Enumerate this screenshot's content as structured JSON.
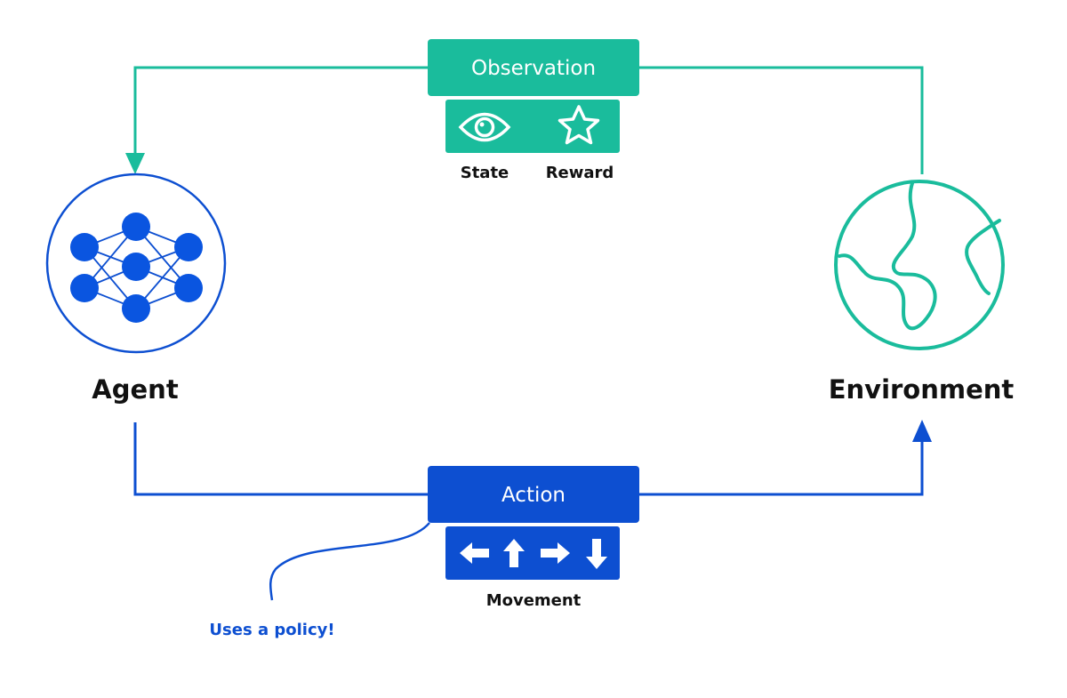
{
  "colors": {
    "teal": "#1abc9c",
    "blue": "#0d4fd1",
    "node_blue": "#0a55e0",
    "text": "#111111"
  },
  "agent": {
    "label": "Agent",
    "icon": "neural-network-icon"
  },
  "environment": {
    "label": "Environment",
    "icon": "globe-icon"
  },
  "observation": {
    "label": "Observation",
    "items": [
      {
        "label": "State",
        "icon": "eye-icon"
      },
      {
        "label": "Reward",
        "icon": "star-icon"
      }
    ]
  },
  "action": {
    "label": "Action",
    "caption": "Movement",
    "icons": [
      "arrow-left-icon",
      "arrow-up-icon",
      "arrow-right-icon",
      "arrow-down-icon"
    ],
    "note": "Uses a policy!"
  }
}
